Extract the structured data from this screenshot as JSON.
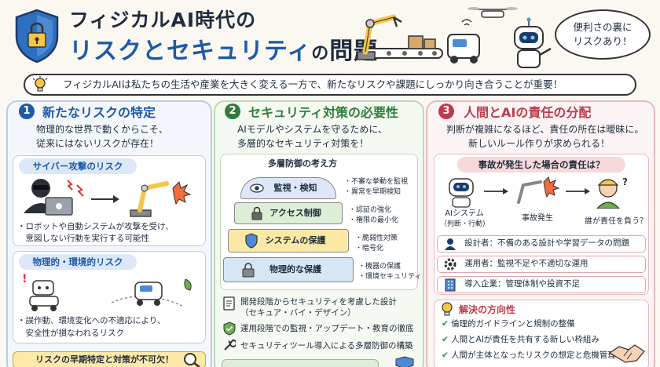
{
  "header": {
    "title_line1": "フィジカルAI時代の",
    "title_line2_a": "リスクとセキュリティ",
    "title_line2_b": "の",
    "title_line2_c": "問題",
    "bubble_line1": "便利さの裏に",
    "bubble_line2": "リスクあり！",
    "banner": "フィジカルAIは私たちの生活や産業を大きく変える一方で、新たなリスクや課題にしっかり向き合うことが重要！"
  },
  "col1": {
    "number": "1",
    "title": "新たなリスクの特定",
    "desc1": "物理的な世界で動くからこそ、",
    "desc2": "従来にはないリスクが存在！",
    "cyber_label": "サイバー攻撃のリスク",
    "cyber_text1": "・ロボットや自動システムが攻撃を受け、",
    "cyber_text2": "　意図しない行動を実行する可能性",
    "phys_label": "物理的・環境的リスク",
    "phys_text1": "・誤作動、環境変化への不適応により、",
    "phys_text2": "　安全性が損なわれるリスク",
    "footer": "リスクの早期特定と対策が不可欠！"
  },
  "col2": {
    "number": "2",
    "title": "セキュリティ対策の必要性",
    "desc1": "AIモデルやシステムを守るために、",
    "desc2": "多層的なセキュリティ対策を！",
    "pyramid_title": "多層防御の考え方",
    "layers": [
      {
        "label": "監視・検知",
        "note1": "・不審な挙動を監視",
        "note2": "・異常を早期検知"
      },
      {
        "label": "アクセス制御",
        "note1": "・認証の強化",
        "note2": "・権限の最小化"
      },
      {
        "label": "システムの保護",
        "note1": "・脆弱性対策",
        "note2": "・暗号化"
      },
      {
        "label": "物理的な保護",
        "note1": "・機器の保護",
        "note2": "・環境セキュリティ"
      }
    ],
    "item1_line1": "開発段階からセキュリティを考慮した設計",
    "item1_line2": "（セキュア・バイ・デザイン）",
    "item2": "運用段階での監視・アップデート・教育の徹底",
    "item3": "セキュリティツール導入による多層防御の構築"
  },
  "col3": {
    "number": "3",
    "title": "人間とAIの責任の分配",
    "desc1": "判断が複雑になるほど、責任の所在は曖昧に。",
    "desc2": "新しいルール作りが求められる！",
    "accident_title": "事故が発生した場合の責任は？",
    "ai_label1": "AIシステム",
    "ai_label2": "（判断・行動）",
    "accident_label": "事故発生",
    "who_label": "誰が責任を負う？",
    "resp": [
      {
        "role": "設計者",
        "text": "設計者：不備のある設計や学習データの問題"
      },
      {
        "role": "運用者",
        "text": "運用者：監視不足や不適切な運用"
      },
      {
        "role": "導入企業",
        "text": "導入企業：管理体制や投資不足"
      }
    ],
    "solution_title": "解決の方向性",
    "solutions": [
      "倫理的ガイドラインと規制の整備",
      "人間とAIが責任を共有する新しい枠組み",
      "人間が主体となったリスクの想定と危機管理"
    ]
  },
  "colors": {
    "blue": "#1e5aa8",
    "green": "#2e7d3a",
    "red": "#c0394b",
    "yellow": "#f3c645"
  }
}
